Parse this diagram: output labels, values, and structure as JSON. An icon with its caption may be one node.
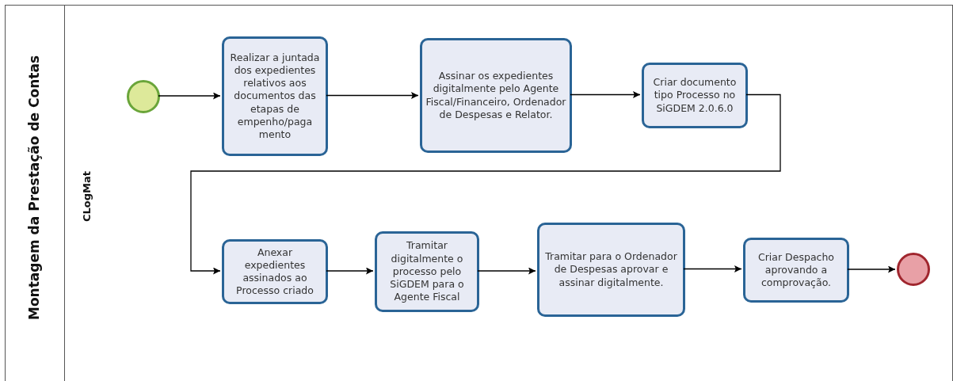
{
  "diagram": {
    "nodes": [
      {
        "text": [
          "Montagem da Prestação de Contas"
        ]
      },
      {
        "text": [
          "CLogMat"
        ],
        "in": 0
      },
      {
        "text": [],
        "shape": "circle",
        "in": 1
      },
      {
        "text": [
          "Realizar a juntada dos expedientes relativos aos documentos das etapas de empenho/paga mento"
        ],
        "in": 1
      },
      {
        "text": [
          "Assinar os expedientes digitalmente pelo Agente Fiscal/Financeiro, Ordenador de Despesas e Relator."
        ],
        "in": 1
      },
      {
        "text": [
          "Criar documento tipo Processo no SiGDEM 2.0.6.0"
        ],
        "in": 1
      },
      {
        "text": [
          "Anexar expedientes assinados ao Processo criado"
        ],
        "in": 1
      },
      {
        "text": [
          "Tramitar digitalmente o processo pelo SiGDEM para o Agente Fiscal"
        ],
        "in": 1
      },
      {
        "text": [
          "Tramitar para o Ordenador de Despesas aprovar e assinar digitalmente."
        ],
        "in": 1
      },
      {
        "text": [
          "Criar Despacho aprovando a comprovação."
        ],
        "in": 1
      },
      {
        "text": [],
        "shape": "circle",
        "in": 1
      }
    ],
    "edges": [
      {
        "from": 2,
        "to": 3,
        "arrow": "to"
      },
      {
        "from": 3,
        "to": 4,
        "arrow": "to"
      },
      {
        "from": 4,
        "to": 5,
        "arrow": "to"
      },
      {
        "from": 5,
        "to": 6,
        "arrow": "to"
      },
      {
        "from": 6,
        "to": 7,
        "arrow": "to"
      },
      {
        "from": 7,
        "to": 8,
        "arrow": "to"
      },
      {
        "from": 8,
        "to": 9,
        "arrow": "to"
      },
      {
        "from": 9,
        "to": 10,
        "arrow": "to"
      }
    ]
  }
}
